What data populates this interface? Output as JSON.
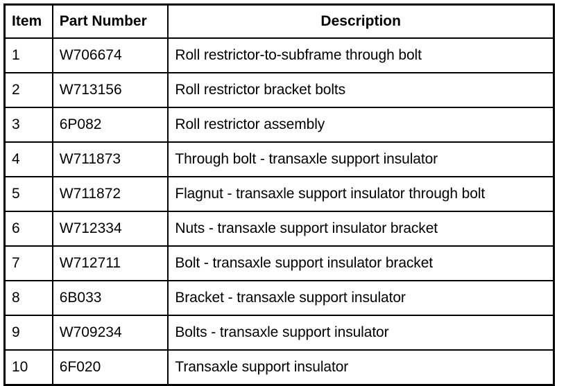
{
  "document": {
    "type": "parts-table",
    "background_color": "#ffffff",
    "text_color": "#000000",
    "border_color": "#000000"
  },
  "table": {
    "columns": [
      {
        "key": "item",
        "label": "Item",
        "align": "left"
      },
      {
        "key": "part_number",
        "label": "Part Number",
        "align": "left"
      },
      {
        "key": "description",
        "label": "Description",
        "align": "center"
      }
    ],
    "rows": [
      {
        "item": "1",
        "part_number": "W706674",
        "description": "Roll restrictor-to-subframe through bolt"
      },
      {
        "item": "2",
        "part_number": "W713156",
        "description": "Roll restrictor bracket bolts"
      },
      {
        "item": "3",
        "part_number": "6P082",
        "description": "Roll restrictor assembly"
      },
      {
        "item": "4",
        "part_number": "W711873",
        "description": "Through bolt - transaxle support insulator"
      },
      {
        "item": "5",
        "part_number": "W711872",
        "description": "Flagnut - transaxle support insulator through bolt"
      },
      {
        "item": "6",
        "part_number": "W712334",
        "description": "Nuts - transaxle support insulator bracket"
      },
      {
        "item": "7",
        "part_number": "W712711",
        "description": "Bolt - transaxle support insulator bracket"
      },
      {
        "item": "8",
        "part_number": "6B033",
        "description": "Bracket - transaxle support insulator"
      },
      {
        "item": "9",
        "part_number": "W709234",
        "description": "Bolts - transaxle support insulator"
      },
      {
        "item": "10",
        "part_number": "6F020",
        "description": "Transaxle support insulator"
      }
    ]
  }
}
